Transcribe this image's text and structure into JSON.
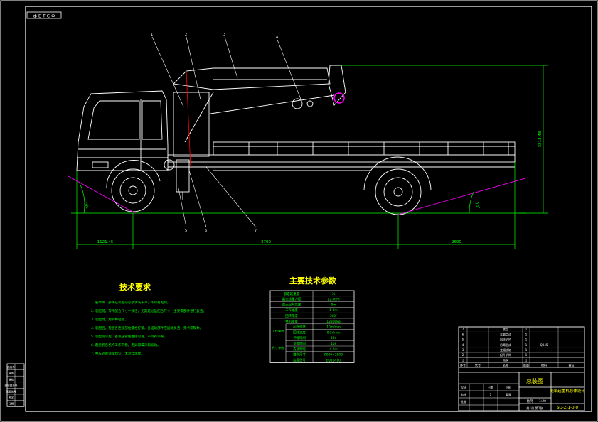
{
  "drawing_code": "ф-Е-Т-С-Ф",
  "dimensions": {
    "front_overhang": "1121.45",
    "wheelbase": "3700",
    "rear_overhang": "2600",
    "height": "3213.48"
  },
  "angles": {
    "approach": "28°",
    "departure": "15°"
  },
  "part_callouts": [
    "1",
    "2",
    "3",
    "4",
    "5",
    "6",
    "7"
  ],
  "tech_requirements": {
    "title": "技术要求",
    "items": [
      "1. 各零件、部件在装配前必须清洗干净，不得有毛刺。",
      "2. 装配前，零件配合尺寸一致性，尤其是过盈配合尺寸，主要零部件进行复查。",
      "3. 装配时，用铜棒轻敲。",
      "4. 装配后，检查各连接部位螺栓拧紧，各运动部件应运动灵活，无卡滞现象。",
      "5. 装配完毕后，各液压管路连接可靠，不得有渗漏。",
      "6. 起重机各机构工作平稳，无异常噪声和振动。",
      "7. 整车外观涂漆均匀、无流挂现象。"
    ]
  },
  "main_params": {
    "title": "主要技术参数",
    "rows": [
      {
        "group": "",
        "label": "额定起重量",
        "value": "5t"
      },
      {
        "group": "",
        "label": "最大起重力矩",
        "value": "12.5t·m"
      },
      {
        "group": "",
        "label": "最大起升高度",
        "value": "9m"
      },
      {
        "group": "",
        "label": "工作幅度",
        "value": "1-8m"
      },
      {
        "group": "",
        "label": "回转角度",
        "value": "360°"
      },
      {
        "group": "",
        "label": "整机质量",
        "value": "12800kg"
      },
      {
        "group": "工作速度",
        "label": "起升速度",
        "value": "10m/min"
      },
      {
        "group": "",
        "label": "回转速度",
        "value": "0-2r/min"
      },
      {
        "group": "",
        "label": "伸缩时间",
        "value": "22s"
      },
      {
        "group": "尺寸参数",
        "label": "变幅时间",
        "value": "15s"
      },
      {
        "group": "",
        "label": "支腿跨距",
        "value": "4.2m"
      },
      {
        "group": "",
        "label": "整车尺寸",
        "value": "9000×2500"
      },
      {
        "group": "",
        "label": "底盘型号",
        "value": "EQ1141G"
      }
    ]
  },
  "title_block": {
    "drawing_title": "总装图",
    "product_name": "随车起重机总体设计",
    "drawing_number": "SQ-Z-1-0-0",
    "scale": "1:20",
    "sheet": "1",
    "design_label": "设计",
    "check_label": "审核",
    "approve_label": "批准",
    "date_label": "日期",
    "material_label": "材料",
    "weight_label": "重量",
    "scale_label": "比例",
    "sheets_label": "共1张 第1张",
    "bom_headers": [
      "序号",
      "代号",
      "名称",
      "数量",
      "材料",
      "备注"
    ],
    "bom_rows": [
      [
        "7",
        "",
        "底盘",
        "1",
        "",
        ""
      ],
      [
        "6",
        "",
        "支腿总成",
        "1",
        "",
        ""
      ],
      [
        "5",
        "",
        "回转机构",
        "1",
        "",
        ""
      ],
      [
        "4",
        "",
        "吊臂总成",
        "1",
        "Q345",
        ""
      ],
      [
        "3",
        "",
        "变幅油缸",
        "1",
        "",
        ""
      ],
      [
        "2",
        "",
        "起升机构",
        "1",
        "",
        ""
      ],
      [
        "1",
        "",
        "吊钩",
        "1",
        "",
        ""
      ]
    ]
  },
  "side_stamp": [
    "借用件",
    "描图",
    "描校",
    "旧底图总号",
    "底图总号",
    "签字",
    "日期"
  ]
}
